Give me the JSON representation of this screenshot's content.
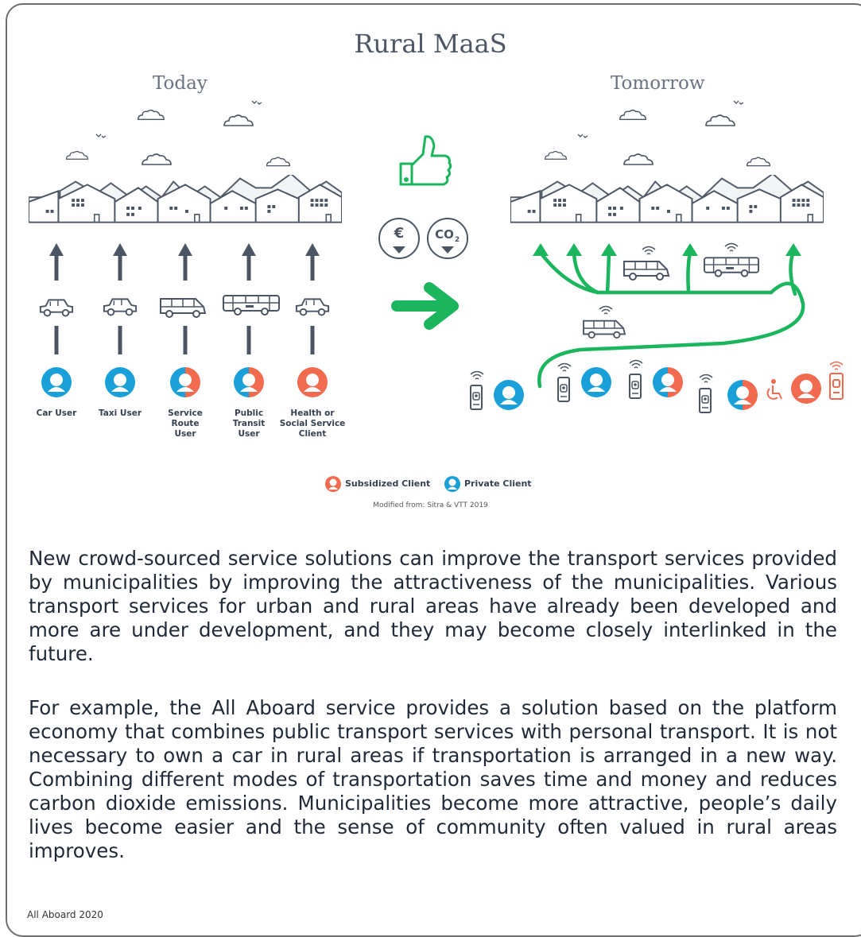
{
  "diagram": {
    "title": "Rural MaaS",
    "today_label": "Today",
    "tomorrow_label": "Tomorrow",
    "euro_symbol": "€",
    "co2_symbol": "CO",
    "co2_sub": "2",
    "user_types": [
      {
        "label": "Car User",
        "client": "private"
      },
      {
        "label": "Taxi User",
        "client": "private"
      },
      {
        "label": "Service Route User",
        "client": "mixed"
      },
      {
        "label": "Public Transit User",
        "client": "mixed"
      },
      {
        "label": "Health or Social Service Client",
        "client": "subsidized"
      }
    ],
    "legend": {
      "subsidized": "Subsidized Client",
      "private": "Private Client"
    },
    "source": "Modified from: Sitra & VTT 2019",
    "colors": {
      "green": "#1ab55c",
      "blue": "#1aa0d8",
      "orange": "#f26a4f",
      "slate": "#4b5563"
    }
  },
  "body": {
    "paragraph1": "New crowd-sourced service solutions can improve the transport services provided by municipalities by improving the attractiveness of the municipalities. Various transport services for urban and rural areas have already been developed and more are under development, and they may become closely interlinked in the future.",
    "paragraph2": "For example, the All Aboard service provides a solution based on the platform economy that combines public transport services with personal transport. It is not necessary to own a car in rural areas if transportation is arranged in a new way. Combining different modes of transportation saves time and money and reduces carbon dioxide emissions. Municipalities become more attractive, people’s daily lives become easier and the sense of community often valued in rural areas improves."
  },
  "credit": "All Aboard 2020"
}
